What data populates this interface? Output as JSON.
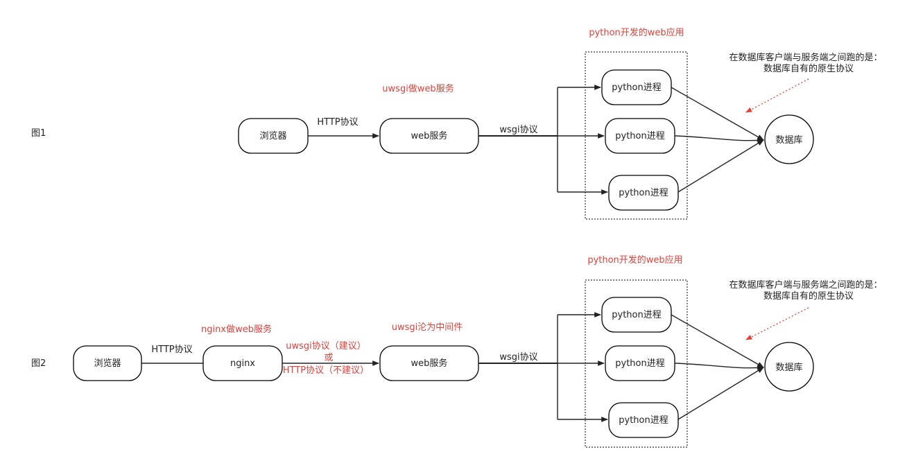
{
  "colors": {
    "accent_red": "#e0403a",
    "line": "#222222",
    "node_border": "#000000"
  },
  "fig1": {
    "label": "图1",
    "browser": "浏览器",
    "http_label": "HTTP协议",
    "web_service": "web服务",
    "uwsgi_note": "uwsgi做web服务",
    "wsgi_label": "wsgi协议",
    "app_title": "python开发的web应用",
    "procs": [
      "python进程",
      "python进程",
      "python进程"
    ],
    "db": "数据库",
    "db_note": [
      "在数据库客户端与服务端之间跑的是：",
      "数据库自有的原生协议"
    ]
  },
  "fig2": {
    "label": "图2",
    "browser": "浏览器",
    "http_label": "HTTP协议",
    "nginx": "nginx",
    "nginx_note": "nginx做web服务",
    "middle_labels": [
      "uwsgi协议（建议）",
      "或",
      "HTTP协议（不建议）"
    ],
    "uwsgi_note": "uwsgi沦为中间件",
    "web_service": "web服务",
    "wsgi_label": "wsgi协议",
    "app_title": "python开发的web应用",
    "procs": [
      "python进程",
      "python进程",
      "python进程"
    ],
    "db": "数据库",
    "db_note": [
      "在数据库客户端与服务端之间跑的是：",
      "数据库自有的原生协议"
    ]
  }
}
